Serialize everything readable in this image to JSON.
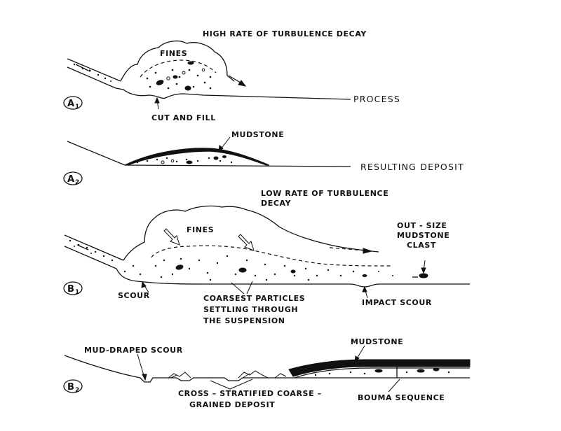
{
  "panels": [
    {
      "letter": "A",
      "sub": "1"
    },
    {
      "letter": "A",
      "sub": "2"
    },
    {
      "letter": "B",
      "sub": "1"
    },
    {
      "letter": "B",
      "sub": "2"
    }
  ],
  "labels": {
    "high_rate": "HIGH RATE OF TURBULENCE DECAY",
    "fines_a1": "FINES",
    "process": "PROCESS",
    "cut_and_fill": "CUT AND FILL",
    "mudstone_a2": "MUDSTONE",
    "resulting_deposit": "RESULTING DEPOSIT",
    "low_rate_1": "LOW RATE OF TURBULENCE",
    "low_rate_2": "DECAY",
    "fines_b1": "FINES",
    "outsize_1": "OUT - SIZE",
    "outsize_2": "MUDSTONE",
    "outsize_3": "CLAST",
    "scour": "SCOUR",
    "coarsest_1": "COARSEST PARTICLES",
    "coarsest_2": "SETTLING THROUGH",
    "coarsest_3": "THE SUSPENSION",
    "impact_scour": "IMPACT SCOUR",
    "mud_draped": "MUD-DRAPED SCOUR",
    "mudstone_b2": "MUDSTONE",
    "cross_1": "CROSS – STRATIFIED COARSE –",
    "cross_2": "GRAINED DEPOSIT",
    "bouma": "BOUMA SEQUENCE"
  }
}
